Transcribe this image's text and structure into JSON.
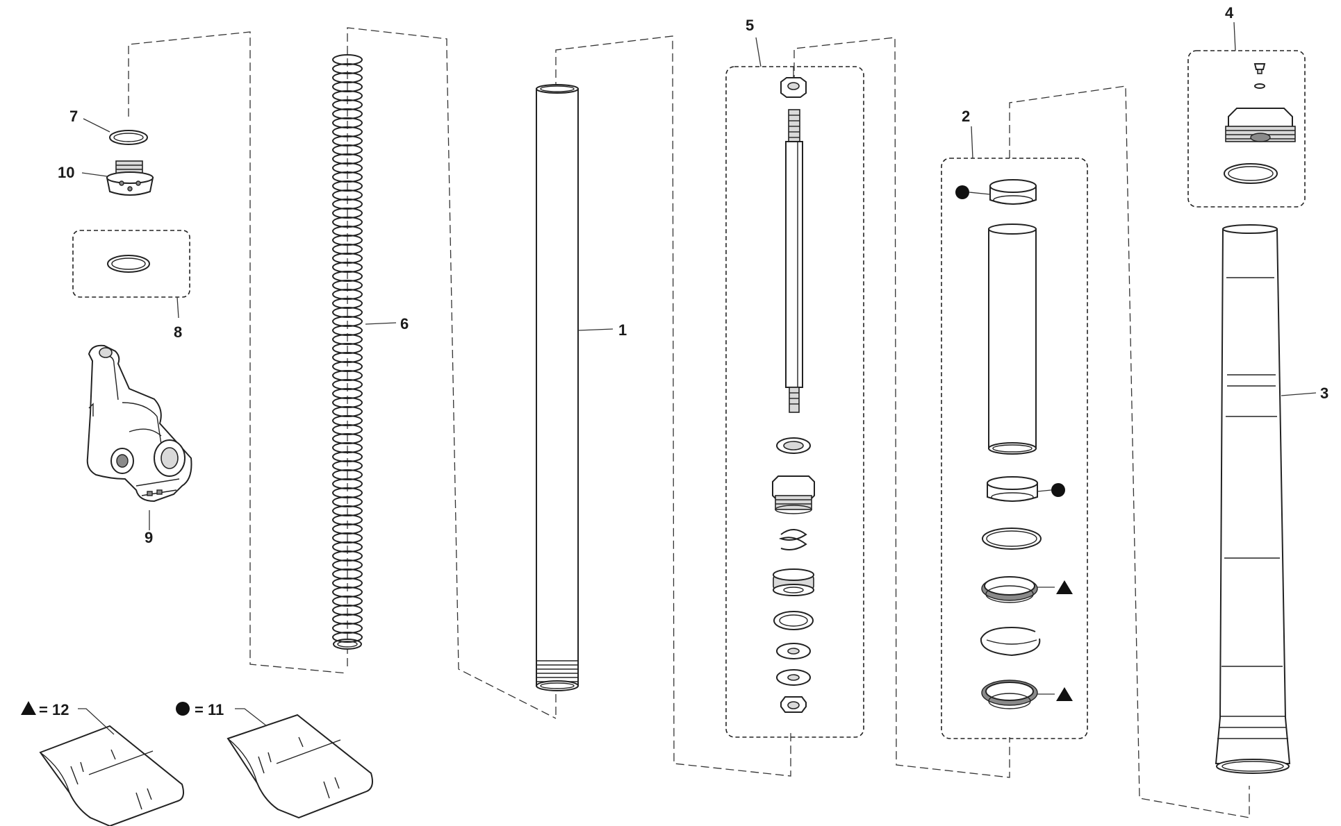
{
  "callouts": {
    "c1": "1",
    "c2": "2",
    "c3": "3",
    "c4": "4",
    "c5": "5",
    "c6": "6",
    "c7": "7",
    "c8": "8",
    "c9": "9",
    "c10": "10"
  },
  "legend": {
    "triangle_text": "= 12",
    "circle_text": "= 11"
  }
}
